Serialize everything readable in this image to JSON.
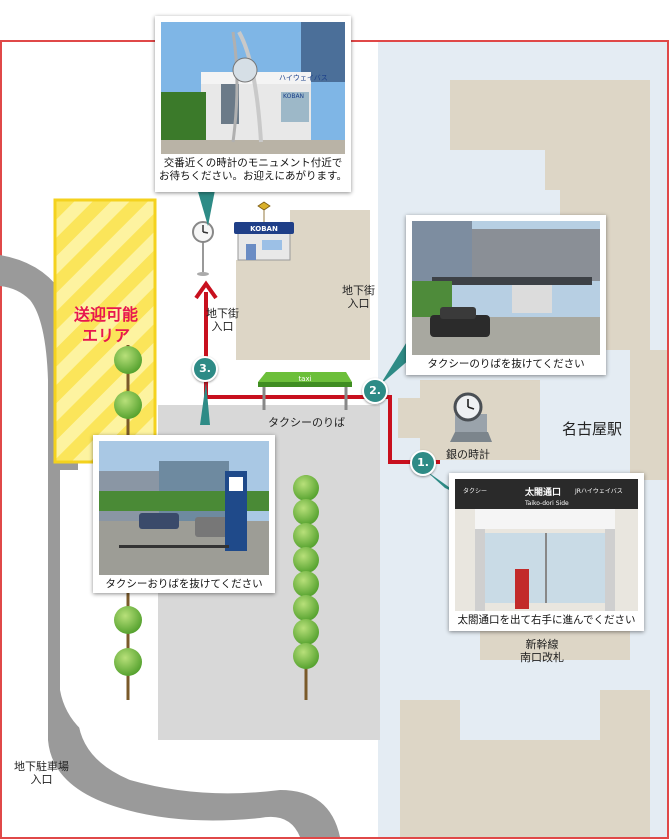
{
  "map_labels": {
    "underground_mall_entrance_1": "地下街\n入口",
    "underground_mall_entrance_2": "地下街\n入口",
    "taxi_stand": "タクシーのりば",
    "silver_clock": "銀の時計",
    "nagoya_station": "名古屋駅",
    "shinkansen_south_gate": "新幹線\n南口改札",
    "underground_parking_entrance": "地下駐車場\n入口",
    "pickup_area": "送迎可能\nエリア"
  },
  "koban_sign": "KOBAN",
  "taxi_shelter_sign": "taxi",
  "steps": [
    {
      "number": "1."
    },
    {
      "number": "2."
    },
    {
      "number": "3."
    }
  ],
  "photos": {
    "koban_monument": {
      "caption": "交番近くの時計のモニュメント付近で\nお待ちください。お迎えにあがります。",
      "sign_text": "ハイウェイバス",
      "koban_text": "KOBAN"
    },
    "taxi_stand": {
      "caption": "タクシーのりばを抜けてください"
    },
    "taiko_exit": {
      "caption": "太閤通口を出て右手に進んでください",
      "sign_main": "太閤通口",
      "sign_sub": "Taiko-dori Side",
      "sign_right": "JRハイウェイバス",
      "sign_left": "タクシー"
    },
    "taxi_dropoff": {
      "caption": "タクシーおりばを抜けてください"
    }
  },
  "colors": {
    "route": "#c8101e",
    "border": "#e04848",
    "station_area": "#e4ecf3",
    "building": "#ddd6c6",
    "road": "#9a9a9a",
    "plaza": "#d8d8d8",
    "pickup_area": "#fce66a",
    "pickup_label": "#e8164f",
    "step_marker": "#2e8b86",
    "shelter_roof": "#6cbf3a"
  }
}
